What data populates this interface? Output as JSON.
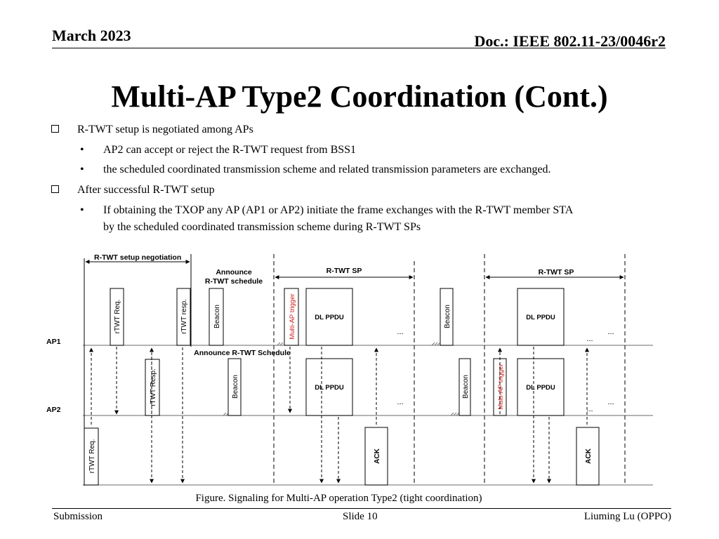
{
  "header": {
    "date": "March 2023",
    "doc": "Doc.: IEEE 802.11-23/0046r2"
  },
  "title": "Multi-AP Type2 Coordination (Cont.)",
  "bullets": [
    {
      "text": "R-TWT setup is negotiated among APs",
      "subs": [
        [
          "AP2 can accept or reject the R-TWT request from BSS1"
        ],
        [
          "the scheduled coordinated transmission scheme and related transmission parameters are exchanged."
        ]
      ]
    },
    {
      "text": "After successful R-TWT setup",
      "subs": [
        [
          "If obtaining the TXOP  any AP (AP1 or AP2) initiate the frame exchanges with the R-TWT member STA",
          "by the scheduled coordinated transmission scheme during R-TWT SPs"
        ]
      ]
    }
  ],
  "figure": {
    "labels": {
      "setup_negotiation": "R-TWT setup negotiation",
      "announce_line1": "Announce",
      "announce_line2": "R-TWT schedule",
      "announce_schedule": "Announce R-TWT Schedule",
      "sp1": "R-TWT SP",
      "sp2": "R-TWT SP",
      "ap1": "AP1",
      "ap2": "AP2",
      "rtwt_req": "rTWT Req.",
      "rtwt_resp_ap1": "rTWT resp.",
      "rtwt_resp_ap2": "rTWT Resp.",
      "rtwt_req_sta": "rTWT Req.",
      "beacon": "Beacon",
      "multi_ap_trigger": "Multi-AP trigger",
      "dl_ppdu": "DL PPDU",
      "ack": "ACK",
      "ellipsis": "..."
    },
    "colors": {
      "trigger": "#d02020",
      "line": "#000000",
      "axis": "#888888"
    }
  },
  "caption": "Figure. Signaling for Multi-AP operation Type2 (tight coordination)",
  "footer": {
    "left": "Submission",
    "center": "Slide 10",
    "right": "Liuming Lu (OPPO)"
  }
}
